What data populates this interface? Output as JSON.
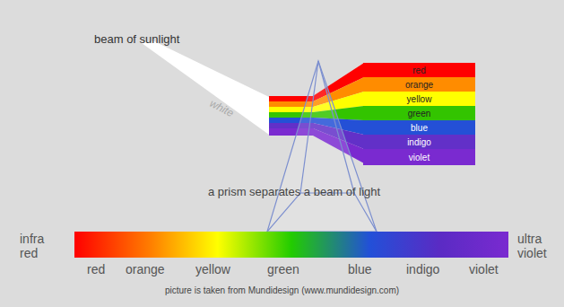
{
  "diagram": {
    "caption": "picture is taken from Mundidesign (www.mundidesign.com)",
    "nodes": [
      {
        "text": [
          "red"
        ]
      },
      {
        "text": [
          "orange"
        ]
      },
      {
        "text": [
          "yellow"
        ]
      },
      {
        "text": [
          "green"
        ]
      },
      {
        "text": [
          "blue"
        ]
      },
      {
        "text": [
          "indigo"
        ]
      },
      {
        "text": [
          "violet"
        ]
      }
    ],
    "labels": [
      "beam of sunlight",
      "white",
      "a prism separates a beam of light",
      "infra red",
      "red",
      "orange",
      "yellow",
      "green",
      "blue",
      "indigo",
      "violet",
      "ultra violet"
    ]
  }
}
